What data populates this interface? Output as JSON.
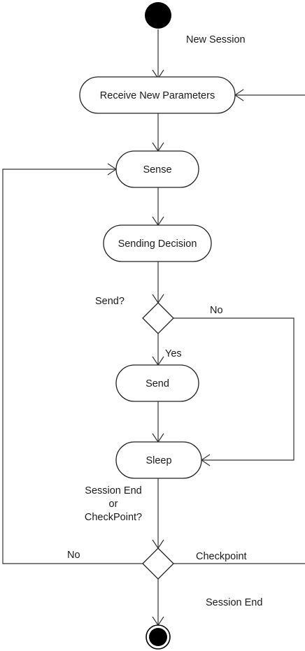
{
  "diagram": {
    "nodes": {
      "receive": "Receive New Parameters",
      "sense": "Sense",
      "decision": "Sending Decision",
      "send": "Send",
      "sleep": "Sleep"
    },
    "labels": {
      "new_session": "New Session",
      "send_q": "Send?",
      "no_top": "No",
      "yes": "Yes",
      "session_end_or_checkpoint_1": "Session End",
      "session_end_or_checkpoint_2": "or",
      "session_end_or_checkpoint_3": "CheckPoint?",
      "no_bottom": "No",
      "checkpoint": "Checkpoint",
      "session_end": "Session End"
    },
    "colors": {
      "line": "#333333",
      "fill": "#000000"
    }
  }
}
